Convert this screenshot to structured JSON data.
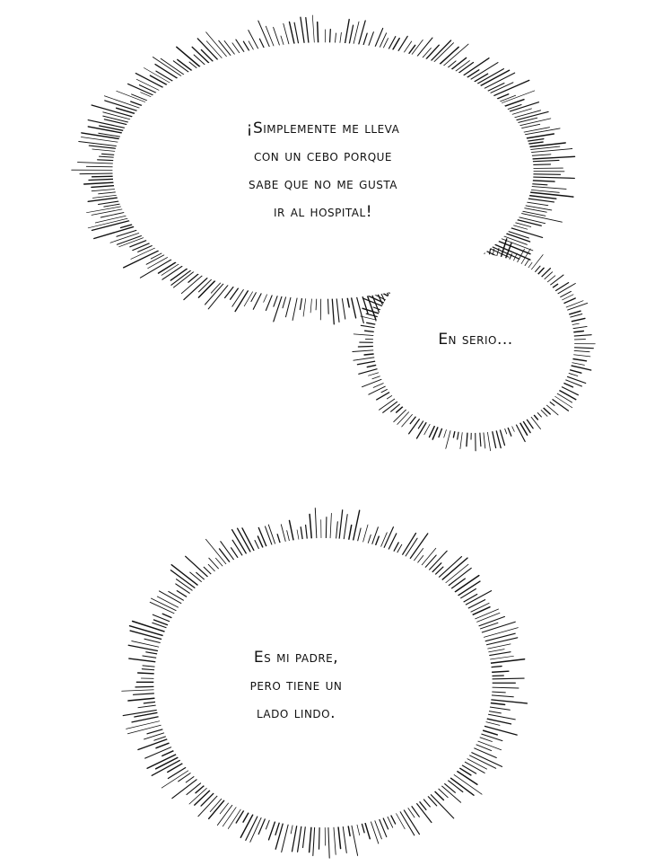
{
  "bubbles": [
    {
      "id": "bubble-1",
      "lines": [
        "¡Simplemente me lleva",
        "con un cebo porque",
        "sabe que no me gusta",
        "ir al hospital!"
      ]
    },
    {
      "id": "bubble-2",
      "lines": [
        "En serio..."
      ]
    },
    {
      "id": "bubble-3",
      "lines": [
        "Es mi padre,",
        "pero tiene un",
        "lado lindo."
      ]
    }
  ],
  "colors": {
    "background": "#ffffff",
    "ink": "#111111"
  }
}
